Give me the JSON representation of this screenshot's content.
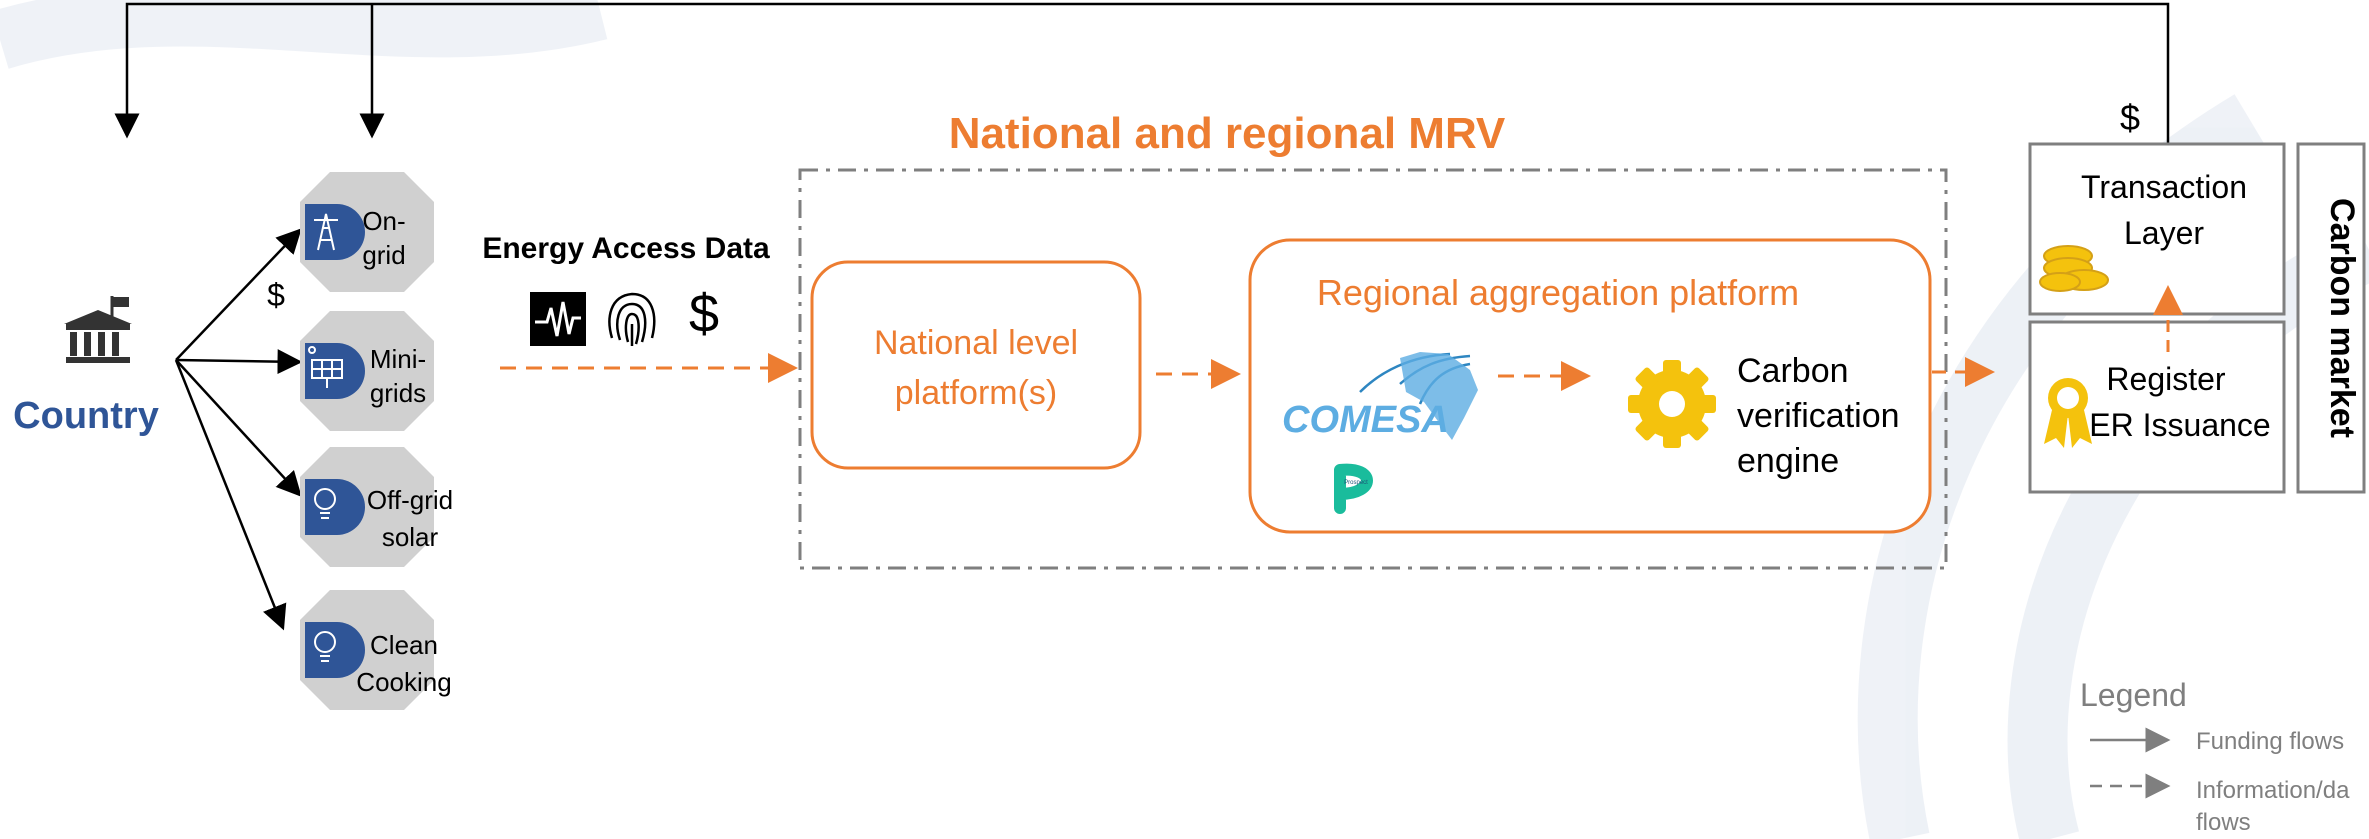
{
  "colors": {
    "orange": "#ED7D31",
    "blue": "#2F5597",
    "gray_octagon": "#D0D0D0",
    "icon_blue": "#2F5597",
    "gold": "#F4C20D",
    "dash_gray": "#7F7F7F"
  },
  "country": {
    "label": "Country",
    "icon": "bank-icon"
  },
  "funding_label": "$",
  "top_funding_label": "$",
  "energy_data": {
    "title": "Energy Access Data",
    "icons": [
      "waveform-icon",
      "fingerprint-icon",
      "dollar-icon"
    ],
    "dollar": "$"
  },
  "sectors": [
    {
      "line1": "On-",
      "line2": "grid",
      "icon": "transmission-tower-icon"
    },
    {
      "line1": "Mini-",
      "line2": "grids",
      "icon": "solar-panel-icon"
    },
    {
      "line1": "Off-grid",
      "line2": "solar",
      "icon": "lightbulb-icon"
    },
    {
      "line1": "Clean",
      "line2": "Cooking",
      "icon": "lightbulb-icon"
    }
  ],
  "mrv": {
    "title": "National and regional MRV",
    "national": {
      "line1": "National level",
      "line2": "platform(s)"
    },
    "regional": {
      "title": "Regional aggregation platform",
      "comesa_logo": "COMESA",
      "prospect_logo": "Prospect",
      "engine": {
        "line1": "Carbon",
        "line2": "verification",
        "line3": "engine"
      }
    }
  },
  "carbon_market": {
    "title": "Carbon market",
    "transaction": {
      "line1": "Transaction",
      "line2": "Layer"
    },
    "register": {
      "line1": "Register",
      "line2": "ER Issuance"
    }
  },
  "legend": {
    "title": "Legend",
    "funding": "Funding flows",
    "info_line1": "Information/da",
    "info_line2": "flows"
  }
}
